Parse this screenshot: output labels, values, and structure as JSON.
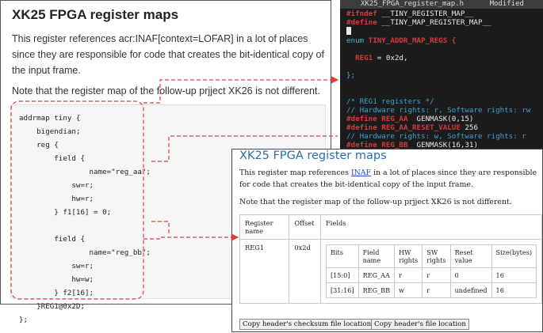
{
  "markdown": {
    "title": "XK25 FPGA register maps",
    "para1": "This register references acr:INAF[context=LOFAR] in a lot of places since they are responsible for code that creates the bit-identical copy of the input frame.",
    "para2": "Note that the register map of the follow-up prjject XK26 is not different.",
    "code": "addrmap tiny {\n    bigendian;\n    reg {\n        field {\n                name=\"reg_aa\";\n            sw=r;\n            hw=r;\n        } f1[16] = 0;\n\n        field {\n                name=\"reg_bb\";\n            sw=r;\n            hw=w;\n        } f2[16];\n    }REG1@0x2D;\n};"
  },
  "editor": {
    "filename": "XK25_FPGA_register_map.h",
    "status": "Modified",
    "lines": [
      {
        "kind": "def",
        "pre": "#ifndef",
        "rest": " __TINY_REGISTER_MAP__"
      },
      {
        "kind": "def",
        "pre": "#define",
        "rest": " __TINY_MAP_REGISTER_MAP__"
      },
      {
        "kind": "cursor"
      },
      {
        "kind": "enum",
        "pre": "enum",
        "rest": " TINY_ADDR_MAP_REGS {"
      },
      {
        "kind": "blank"
      },
      {
        "kind": "member",
        "name": "REG1",
        "rest": " = 0x2d,"
      },
      {
        "kind": "blank"
      },
      {
        "kind": "plain",
        "text": "};"
      },
      {
        "kind": "blank"
      },
      {
        "kind": "blank"
      },
      {
        "kind": "comment",
        "text": "/* REG1 registers */"
      },
      {
        "kind": "comment",
        "text": "// Hardware rights: r, Software rights: rw"
      },
      {
        "kind": "define",
        "name": "REG_AA",
        "rest": "  GENMASK(0,15)"
      },
      {
        "kind": "define",
        "name": "REG_AA_RESET_VALUE",
        "rest": " 256"
      },
      {
        "kind": "comment",
        "text": "// Hardware rights: w, Software rights: r"
      },
      {
        "kind": "define",
        "name": "REG_BB",
        "rest": "  GENMASK(16,31)"
      }
    ]
  },
  "rendered": {
    "title": "XK25 FPGA register maps",
    "para1_before": "This register map references ",
    "para1_link": "INAF",
    "para1_after": " in a lot of places since they are responsible for code that creates the bit-identical copy of the input frame.",
    "para2": "Note that the register map of the follow-up prjject XK26 is not different.",
    "table": {
      "headers": [
        "Register name",
        "Offset",
        "Fields"
      ],
      "register": "REG1",
      "offset": "0x2d",
      "field_headers": [
        "Bits",
        "Field name",
        "HW rights",
        "SW rights",
        "Reset value",
        "Size(bytes)"
      ],
      "fields": [
        [
          "[15:0]",
          "REG_AA",
          "r",
          "r",
          "0",
          "16"
        ],
        [
          "[31:16]",
          "REG_BB",
          "w",
          "r",
          "undefined",
          "16"
        ]
      ]
    },
    "buttons": {
      "checksum": "Copy header's checksum file location",
      "location": "Copy header's file location"
    }
  },
  "colors": {
    "annotation": "#e03c3c",
    "title_blue": "#2b6cb0",
    "editor_bg": "#1c1c1c"
  }
}
